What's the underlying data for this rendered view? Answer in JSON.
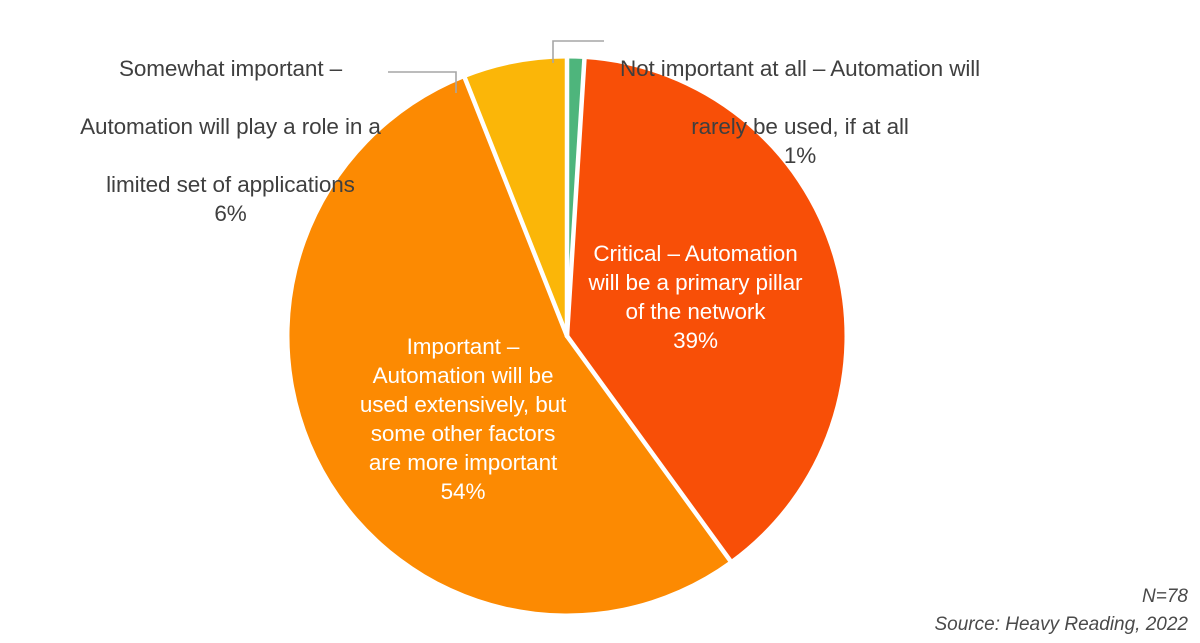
{
  "chart_data": {
    "type": "pie",
    "title": "",
    "subtitle": "",
    "legend_position": "callout-labels",
    "grid": false,
    "categories": [
      "Critical – Automation will be a primary pillar of the network",
      "Important – Automation will be used extensively, but some other factors are more important",
      "Somewhat important – Automation will play a role in a limited set of applications",
      "Not important at all – Automation will rarely be used, if at all"
    ],
    "values": [
      39,
      54,
      6,
      1
    ],
    "value_unit": "%",
    "colors": [
      "#F84F07",
      "#FC8A02",
      "#FBB608",
      "#4EB57C"
    ],
    "slices": [
      {
        "key": "critical",
        "label": "Critical – Automation\nwill be a primary pillar\nof the network",
        "label_lines": [
          "Critical – Automation",
          "will be a primary pillar",
          "of the network"
        ],
        "percent_text": "39%",
        "value": 39,
        "color": "#F84F07",
        "label_placement": "inside",
        "label_color": "#FFFFFF"
      },
      {
        "key": "important",
        "label": "Important –\nAutomation will be\nused extensively, but\nsome other factors\nare more important",
        "label_lines": [
          "Important –",
          "Automation will be",
          "used extensively, but",
          "some other factors",
          "are more important"
        ],
        "percent_text": "54%",
        "value": 54,
        "color": "#FC8A02",
        "label_placement": "inside",
        "label_color": "#FFFFFF"
      },
      {
        "key": "somewhat",
        "label": "Somewhat important –\nAutomation will play a role in a\nlimited set of applications",
        "label_lines": [
          "Somewhat important –",
          "Automation will play a role in a",
          "limited set of applications"
        ],
        "percent_text": "6%",
        "value": 6,
        "color": "#FBB608",
        "label_placement": "outside-left",
        "label_color": "#3F3F3F"
      },
      {
        "key": "not-important",
        "label": "Not important at all – Automation will\nrarely be used, if at all",
        "label_lines": [
          "Not important at all – Automation will",
          "rarely be used, if at all"
        ],
        "percent_text": "1%",
        "value": 1,
        "color": "#4EB57C",
        "label_placement": "outside-right",
        "label_color": "#3F3F3F"
      }
    ]
  },
  "labels": {
    "somewhat": {
      "line1": "Somewhat important –",
      "line2": "Automation will play a role in a",
      "line3": "limited set of applications",
      "percent": "6%"
    },
    "not_important": {
      "line1": "Not important at all – Automation will",
      "line2": "rarely be used, if at all",
      "percent": "1%"
    },
    "critical": {
      "line1": "Critical – Automation",
      "line2": "will be a primary pillar",
      "line3": "of the network",
      "percent": "39%"
    },
    "important": {
      "line1": "Important –",
      "line2": "Automation will be",
      "line3": "used extensively, but",
      "line4": "some other factors",
      "line5": "are more important",
      "percent": "54%"
    }
  },
  "footnote": {
    "sample_size": "N=78",
    "source": "Source: Heavy Reading, 2022"
  },
  "colors": {
    "background": "#FFFFFF",
    "slice_separator": "#FFFFFF",
    "leader_line": "#A6A6A6",
    "outside_label_text": "#3F3F3F",
    "inside_label_text": "#FFFFFF",
    "footnote_text": "#4A4A4A"
  }
}
